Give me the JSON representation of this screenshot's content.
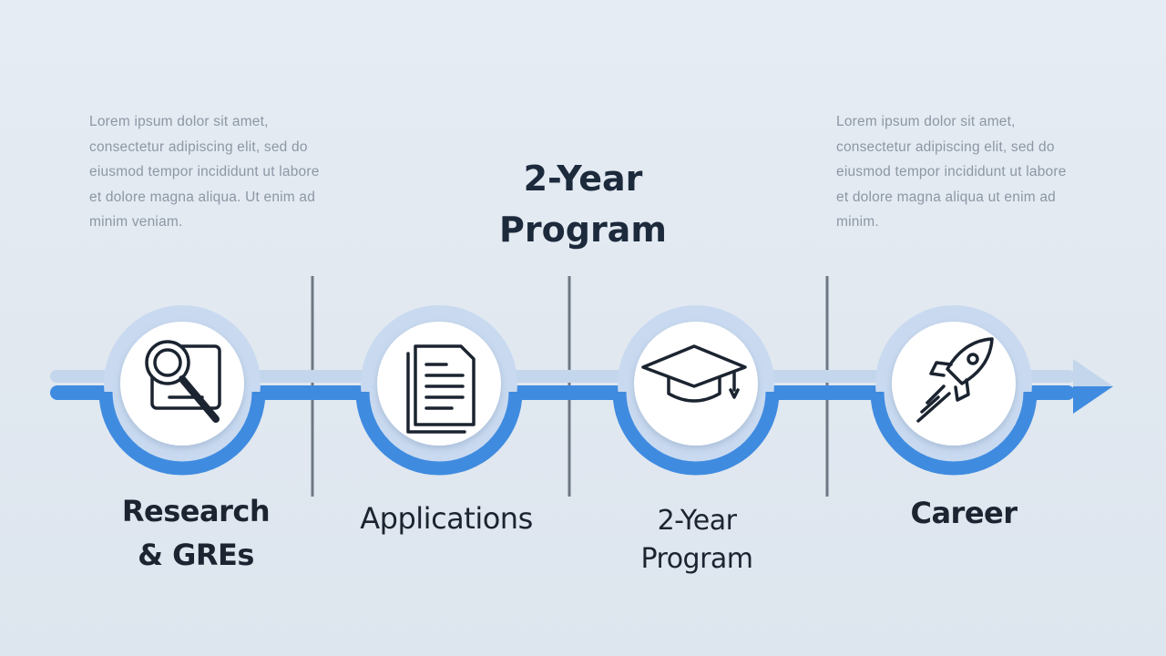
{
  "left_text": "Lorem ipsum dolor sit amet, consectetur adipiscing elit, sed do eiusmod tempor incididunt ut labore et dolore magna aliqua. Ut enim ad minim veniam.",
  "right_text": "Lorem ipsum dolor sit amet, consectetur adipiscing elit, sed do eiusmod tempor incididunt ut labore et dolore magna aliqua ut enim ad minim.",
  "center_title": [
    "2-Year",
    "Program"
  ],
  "steps": [
    {
      "icon": "magnifier-document-icon",
      "label": [
        "Research",
        "& GREs"
      ]
    },
    {
      "icon": "document-icon",
      "label": [
        "Applications"
      ]
    },
    {
      "icon": "graduation-cap-icon",
      "label": [
        "2-Year",
        "Program"
      ]
    },
    {
      "icon": "rocket-icon",
      "label": [
        "Career"
      ]
    }
  ],
  "colors": {
    "background": "#e2e9f1",
    "arrow_light": "#c4d6ec",
    "arrow_blue": "#3f8be0",
    "ring": "#c9daf0",
    "circle": "#ffffff",
    "icon": "#1b2430",
    "divider": "#6e7884"
  }
}
